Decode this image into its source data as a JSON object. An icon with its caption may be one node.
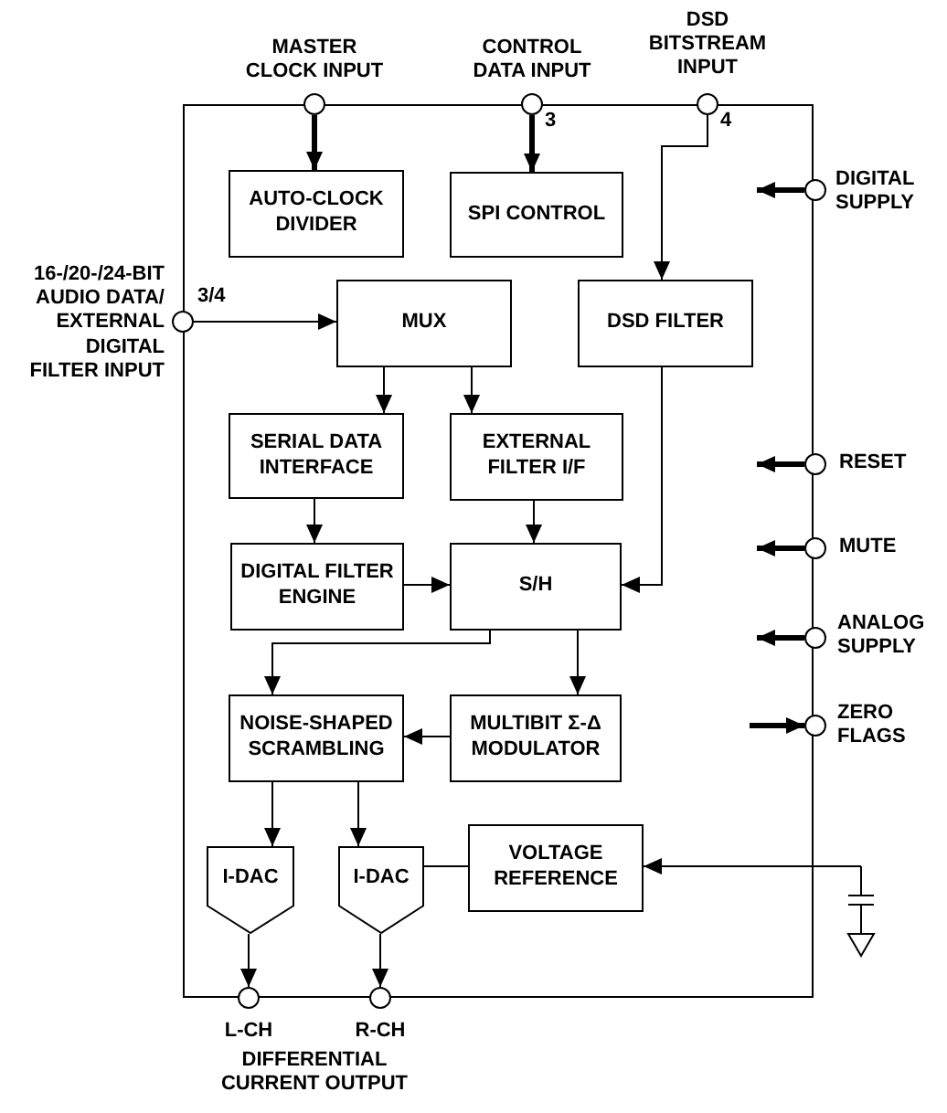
{
  "diagram": {
    "nodes": [
      {
        "text": [],
        "shape": "box"
      },
      {
        "text": [],
        "shape": "circle",
        "beside": [
          "MASTER CLOCK INPUT"
        ]
      },
      {
        "text": [],
        "shape": "circle",
        "beside": [
          "CONTROL DATA INPUT"
        ]
      },
      {
        "text": [],
        "shape": "circle",
        "beside": [
          "DSD BITSTREAM INPUT"
        ]
      },
      {
        "text": [],
        "shape": "circle",
        "beside": [
          "16-/20-/24-BIT AUDIO DATA/ EXTERNAL DIGITAL FILTER INPUT"
        ]
      },
      {
        "text": [],
        "shape": "circle",
        "beside": [
          "DIGITAL SUPPLY"
        ]
      },
      {
        "text": [],
        "shape": "circle",
        "beside": [
          "RESET"
        ]
      },
      {
        "text": [],
        "shape": "circle",
        "beside": [
          "MUTE"
        ]
      },
      {
        "text": [],
        "shape": "circle",
        "beside": [
          "ANALOG SUPPLY"
        ]
      },
      {
        "text": [],
        "shape": "circle",
        "beside": [
          "ZERO FLAGS"
        ]
      },
      {
        "text": [],
        "shape": "circle",
        "beside": [
          "L-CH"
        ]
      },
      {
        "text": [],
        "shape": "circle",
        "beside": [
          "R-CH"
        ]
      },
      {
        "text": [
          "AUTO-CLOCK DIVIDER"
        ],
        "in": 0
      },
      {
        "text": [
          "SPI CONTROL"
        ],
        "in": 0
      },
      {
        "text": [
          "MUX"
        ],
        "in": 0
      },
      {
        "text": [
          "DSD FILTER"
        ],
        "in": 0
      },
      {
        "text": [
          "SERIAL DATA INTERFACE"
        ],
        "in": 0
      },
      {
        "text": [
          "EXTERNAL FILTER I/F"
        ],
        "in": 0
      },
      {
        "text": [
          "DIGITAL FILTER ENGINE"
        ],
        "in": 0
      },
      {
        "text": [
          "S/H"
        ],
        "in": 0
      },
      {
        "text": [
          "NOISE-SHAPED SCRAMBLING"
        ],
        "in": 0
      },
      {
        "text": [
          "MULTIBIT Σ-Δ MODULATOR"
        ],
        "in": 0
      },
      {
        "text": [
          "I-DAC"
        ],
        "in": 0
      },
      {
        "text": [
          "I-DAC"
        ],
        "in": 0
      },
      {
        "text": [
          "VOLTAGE REFERENCE"
        ],
        "in": 0
      },
      {
        "text": [],
        "shape": "capacitor"
      }
    ],
    "edges": [
      {
        "from": 1,
        "to": 12,
        "arrow": "to",
        "style": "thick"
      },
      {
        "from": 2,
        "to": 13,
        "arrow": "to",
        "style": "thick",
        "label": "3"
      },
      {
        "from": 3,
        "to": 15,
        "arrow": "to",
        "label": "4"
      },
      {
        "from": 4,
        "to": 14,
        "arrow": "to",
        "label": "3/4"
      },
      {
        "from": 5,
        "to": null,
        "arrow": "to",
        "style": "thick"
      },
      {
        "from": 6,
        "to": null,
        "arrow": "to",
        "style": "thick"
      },
      {
        "from": 7,
        "to": null,
        "arrow": "to",
        "style": "thick"
      },
      {
        "from": 8,
        "to": null,
        "arrow": "to",
        "style": "thick"
      },
      {
        "from": null,
        "to": 9,
        "arrow": "to",
        "style": "thick"
      },
      {
        "from": 14,
        "to": 16,
        "arrow": "to"
      },
      {
        "from": 14,
        "to": 17,
        "arrow": "to"
      },
      {
        "from": 16,
        "to": 18,
        "arrow": "to"
      },
      {
        "from": 17,
        "to": 19,
        "arrow": "to"
      },
      {
        "from": 18,
        "to": 19,
        "arrow": "to"
      },
      {
        "from": 15,
        "to": 19,
        "arrow": "to"
      },
      {
        "from": 19,
        "to": 20,
        "arrow": "to"
      },
      {
        "from": 19,
        "to": 21,
        "arrow": "to"
      },
      {
        "from": 21,
        "to": 20,
        "arrow": "to"
      },
      {
        "from": 20,
        "to": 22,
        "arrow": "to"
      },
      {
        "from": 20,
        "to": 23,
        "arrow": "to"
      },
      {
        "from": 24,
        "to": 23,
        "arrow": "none"
      },
      {
        "from": 25,
        "to": 24,
        "arrow": "to"
      },
      {
        "from": 22,
        "to": 10,
        "arrow": "to"
      },
      {
        "from": 23,
        "to": 11,
        "arrow": "to"
      }
    ],
    "labels": [
      "DIFFERENTIAL CURRENT OUTPUT"
    ]
  }
}
